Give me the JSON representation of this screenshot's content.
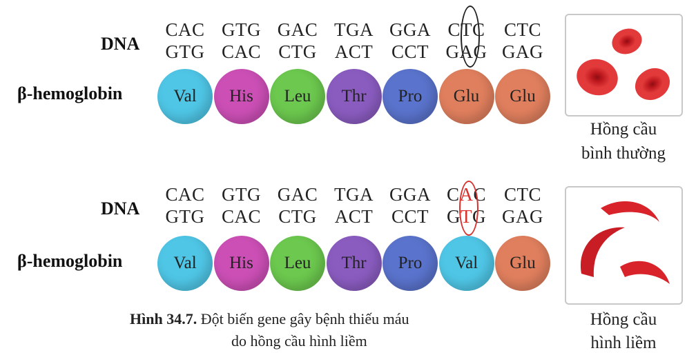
{
  "labels": {
    "dna": "DNA",
    "protein": "β-hemoglobin"
  },
  "normal": {
    "dna_top": [
      "CAC",
      "GTG",
      "GAC",
      "TGA",
      "GGA",
      "CTC",
      "CTC"
    ],
    "dna_bottom": [
      "GTG",
      "CAC",
      "CTG",
      "ACT",
      "CCT",
      "GAG",
      "GAG"
    ],
    "amino_acids": [
      "Val",
      "His",
      "Leu",
      "Thr",
      "Pro",
      "Glu",
      "Glu"
    ],
    "amino_colors": [
      "#4fc6e6",
      "#cc4fb6",
      "#6cc84e",
      "#8a5cc0",
      "#5a73cc",
      "#e07f5e",
      "#e07f5e"
    ],
    "cell_caption": [
      "Hồng cầu",
      "bình thường"
    ]
  },
  "mutant": {
    "dna_top": [
      "CAC",
      "GTG",
      "GAC",
      "TGA",
      "GGA",
      "CAC",
      "CTC"
    ],
    "dna_bottom": [
      "GTG",
      "CAC",
      "CTG",
      "ACT",
      "CCT",
      "GTG",
      "GAG"
    ],
    "amino_acids": [
      "Val",
      "His",
      "Leu",
      "Thr",
      "Pro",
      "Val",
      "Glu"
    ],
    "amino_colors": [
      "#4fc6e6",
      "#cc4fb6",
      "#6cc84e",
      "#8a5cc0",
      "#5a73cc",
      "#4fc6e6",
      "#e07f5e"
    ],
    "cell_caption": [
      "Hồng cầu",
      "hình liềm"
    ]
  },
  "caption": {
    "figure": "Hình 34.7.",
    "line1": "Đột biến gene gây bệnh thiếu máu",
    "line2": "do hồng cầu hình liềm"
  },
  "colors": {
    "mutation_highlight": "#d9302c",
    "red_cell": "#d8232a"
  }
}
